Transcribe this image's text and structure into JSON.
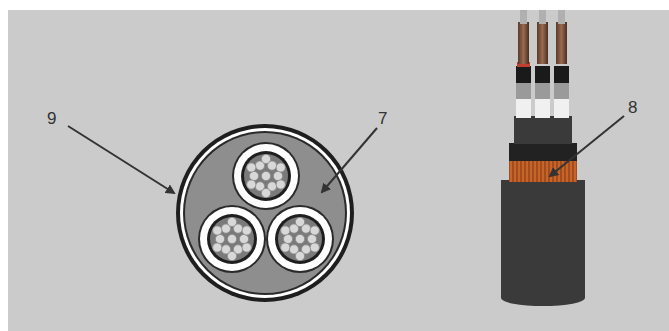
{
  "diagram": {
    "labels": [
      "9",
      "7",
      "8"
    ]
  }
}
